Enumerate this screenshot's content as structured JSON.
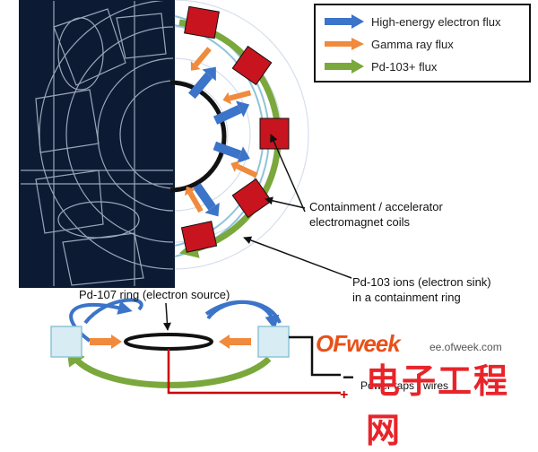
{
  "legend": {
    "items": [
      {
        "label": "High-energy electron flux",
        "color": "#3b74c8",
        "icon": "blue-arrow-icon"
      },
      {
        "label": "Gamma ray flux",
        "color": "#f08a3c",
        "icon": "orange-arrow-icon"
      },
      {
        "label": "Pd-103+ flux",
        "color": "#7aa83c",
        "icon": "green-arrow-icon"
      }
    ]
  },
  "annotations": {
    "coils_line1": "Containment / accelerator",
    "coils_line2": "electromagnet coils",
    "pd103_line1": "Pd-103 ions (electron sink)",
    "pd103_line2": "in a containment ring",
    "pd107": "Pd-107 ring (electron source)",
    "power": "Power taps / wires"
  },
  "watermark": {
    "brand": "OFweek",
    "url": "ee.ofweek.com",
    "cn": "电子工程网"
  },
  "colors": {
    "coil": "#c8141e",
    "ring": "#8fc4d8",
    "blueprint_bg": "#0d1a33",
    "electron": "#3b74c8",
    "gamma": "#f08a3c",
    "pd103": "#7aa83c"
  }
}
